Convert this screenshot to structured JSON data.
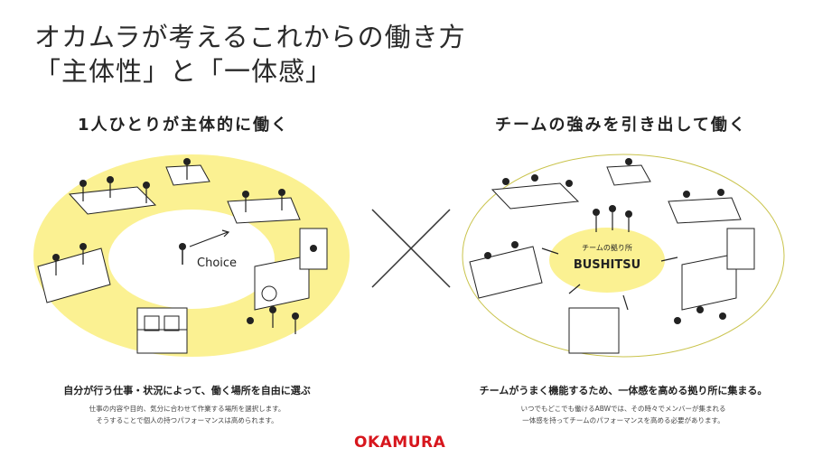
{
  "title": "オカムラが考えるこれからの働き方\n「主体性」と「一体感」",
  "left": {
    "heading": "1人ひとりが主体的に働く",
    "choice_label": "Choice",
    "caption": "自分が行う仕事・状況によって、働く場所を自由に選ぶ",
    "sub1": "仕事の内容や目的、気分に合わせて作業する場所を選択します。",
    "sub2": "そうすることで個人の持つパフォーマンスは高められます。"
  },
  "right": {
    "heading": "チームの強みを引き出して働く",
    "hub_small": "チームの拠り所",
    "hub_label": "BUSHITSU",
    "caption": "チームがうまく機能するため、一体感を高める拠り所に集まる。",
    "sub1": "いつでもどこでも働けるABWでは、その時々でメンバーが集まれる",
    "sub2": "一体感を持ってチームのパフォーマンスを高める必要があります。"
  },
  "logo": "OKAMURA",
  "colors": {
    "accent_yellow": "#fbf192",
    "brand_red": "#d7161d"
  },
  "icons": [
    "cross-icon",
    "person-icon",
    "arrow-icon"
  ]
}
